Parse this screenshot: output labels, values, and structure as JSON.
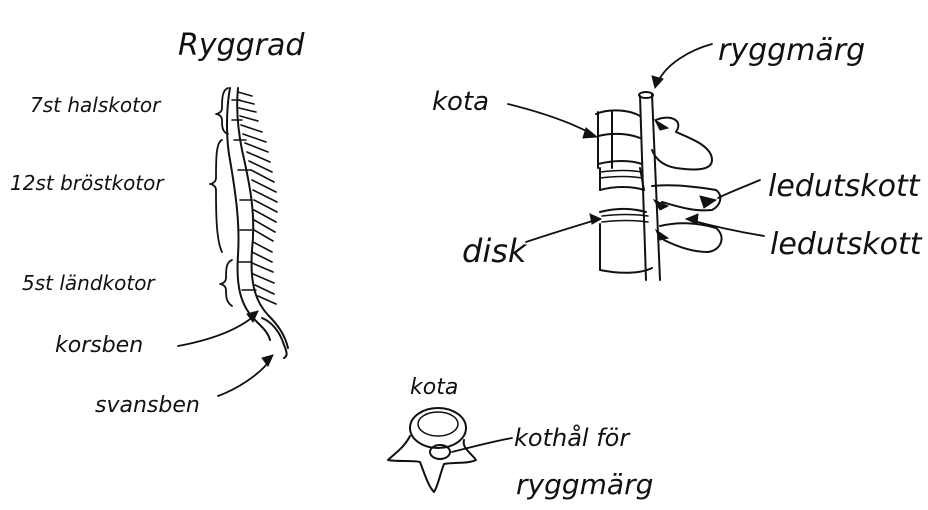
{
  "spine": {
    "title": "Ryggrad",
    "labels": {
      "neck": "7st halskotor",
      "chest": "12st bröstkotor",
      "lumbar": "5st ländkotor",
      "sacrum": "korsben",
      "coccyx": "svansben"
    }
  },
  "segment": {
    "labels": {
      "vertebra": "kota",
      "spinal_cord": "ryggmärg",
      "facet_upper": "ledutskott",
      "facet_lower": "ledutskott",
      "disc": "disk"
    }
  },
  "vertebra_top": {
    "title": "kota",
    "hole_label_line1": "kothål för",
    "hole_label_line2": "ryggmärg"
  }
}
